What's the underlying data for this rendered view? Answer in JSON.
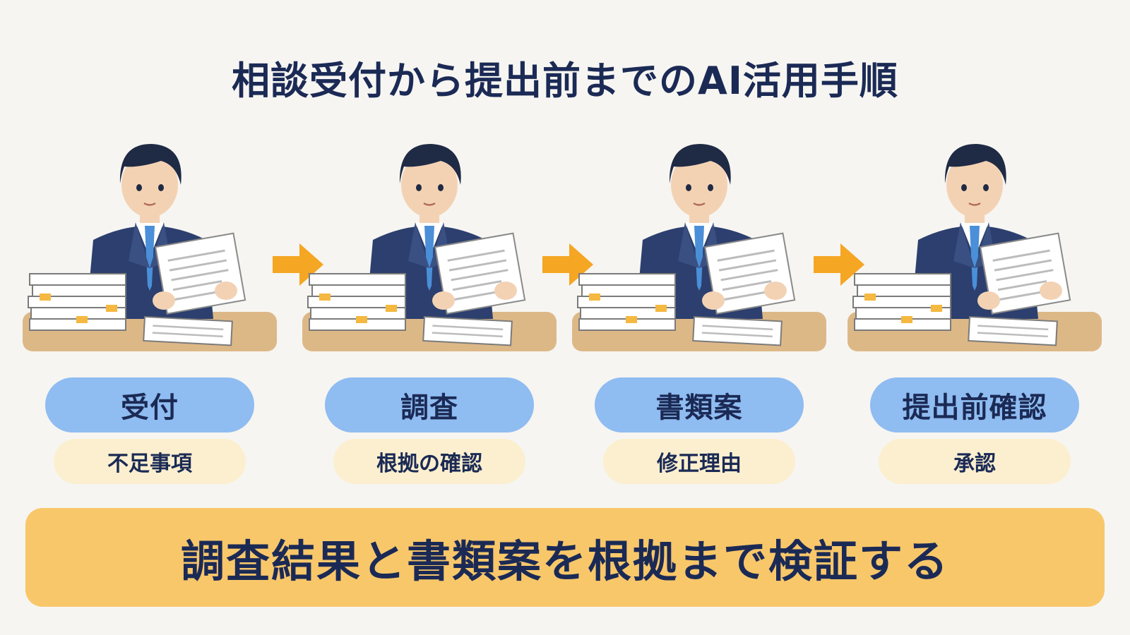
{
  "title": "相談受付から提出前までのAI活用手順",
  "steps": [
    {
      "label": "受付",
      "sublabel": "不足事項"
    },
    {
      "label": "調査",
      "sublabel": "根拠の確認"
    },
    {
      "label": "書類案",
      "sublabel": "修正理由"
    },
    {
      "label": "提出前確認",
      "sublabel": "承認"
    }
  ],
  "banner": "調査結果と書類案を根拠まで検証する",
  "colors": {
    "navy": "#1b2a55",
    "step_pill": "#8fbcf1",
    "sub_pill": "#fbefcf",
    "banner": "#f8c76a",
    "arrow": "#f5a623"
  },
  "icons": [
    "arrow-right-icon",
    "businessman-reading-document-icon"
  ]
}
